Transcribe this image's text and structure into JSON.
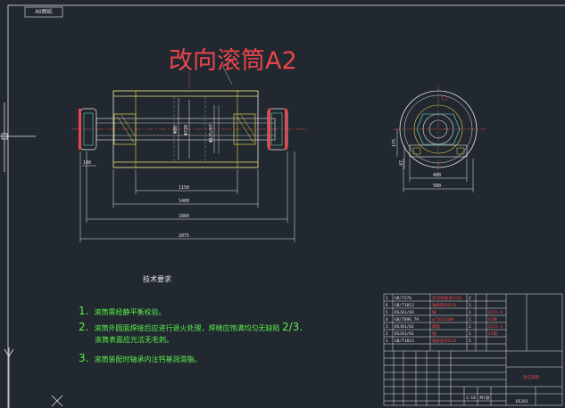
{
  "drawing": {
    "title": "改向滚筒A2",
    "corner_tag": "A0图纸",
    "dimensions": {
      "d1": "1150",
      "d2": "1400",
      "d3": "1860",
      "d4": "2075",
      "left_small": "140",
      "shaft": "Φ80",
      "body": "Φ720",
      "bore": "Φ125/H7",
      "side_h": "175",
      "side_47": "47",
      "side_w1": "480",
      "side_w2": "580"
    },
    "tech_requirements": {
      "heading": "技术要求",
      "items": [
        {
          "num": "1.",
          "text": "滚筒需经静平衡校验。"
        },
        {
          "num": "2.",
          "text": "滚筒外圆面焊接后应进行退火处理，焊缝应饱满均匀无缺陷",
          "tail": "2/3."
        },
        {
          "num": "",
          "text": "滚筒表面应光洁无毛刺。"
        },
        {
          "num": "3.",
          "text": "滚筒装配时轴承内注钙基润滑脂。"
        }
      ]
    },
    "bom": {
      "rows": [
        {
          "no": "1",
          "code": "GB/T276",
          "name": "深沟球轴承6316",
          "qty": "2",
          "mat": "",
          "note": ""
        },
        {
          "no": "6",
          "code": "GB/T1813",
          "name": "轴承座SN516",
          "qty": "2",
          "mat": "",
          "note": ""
        },
        {
          "no": "5",
          "code": "DSJ01/03",
          "name": "轴",
          "qty": "1",
          "mat": "Q235-A",
          "note": ""
        },
        {
          "no": "4",
          "code": "GB/T896.79",
          "name": "φ720X1400",
          "qty": "1",
          "mat": "45钢",
          "note": ""
        },
        {
          "no": "3",
          "code": "DSJ01/02",
          "name": "端板",
          "qty": "2",
          "mat": "Q235-A",
          "note": ""
        },
        {
          "no": "2",
          "code": "DSJ01/01",
          "name": "轴",
          "qty": "1",
          "mat": "45钢",
          "note": ""
        },
        {
          "no": "1",
          "code": "GB/T1813",
          "name": "轴承座SN516",
          "qty": "2",
          "mat": "",
          "note": ""
        }
      ],
      "title_block_name": "改向滚筒",
      "drawing_no": "DSJ01",
      "scale": "1:10",
      "sheet": "共1张"
    }
  }
}
